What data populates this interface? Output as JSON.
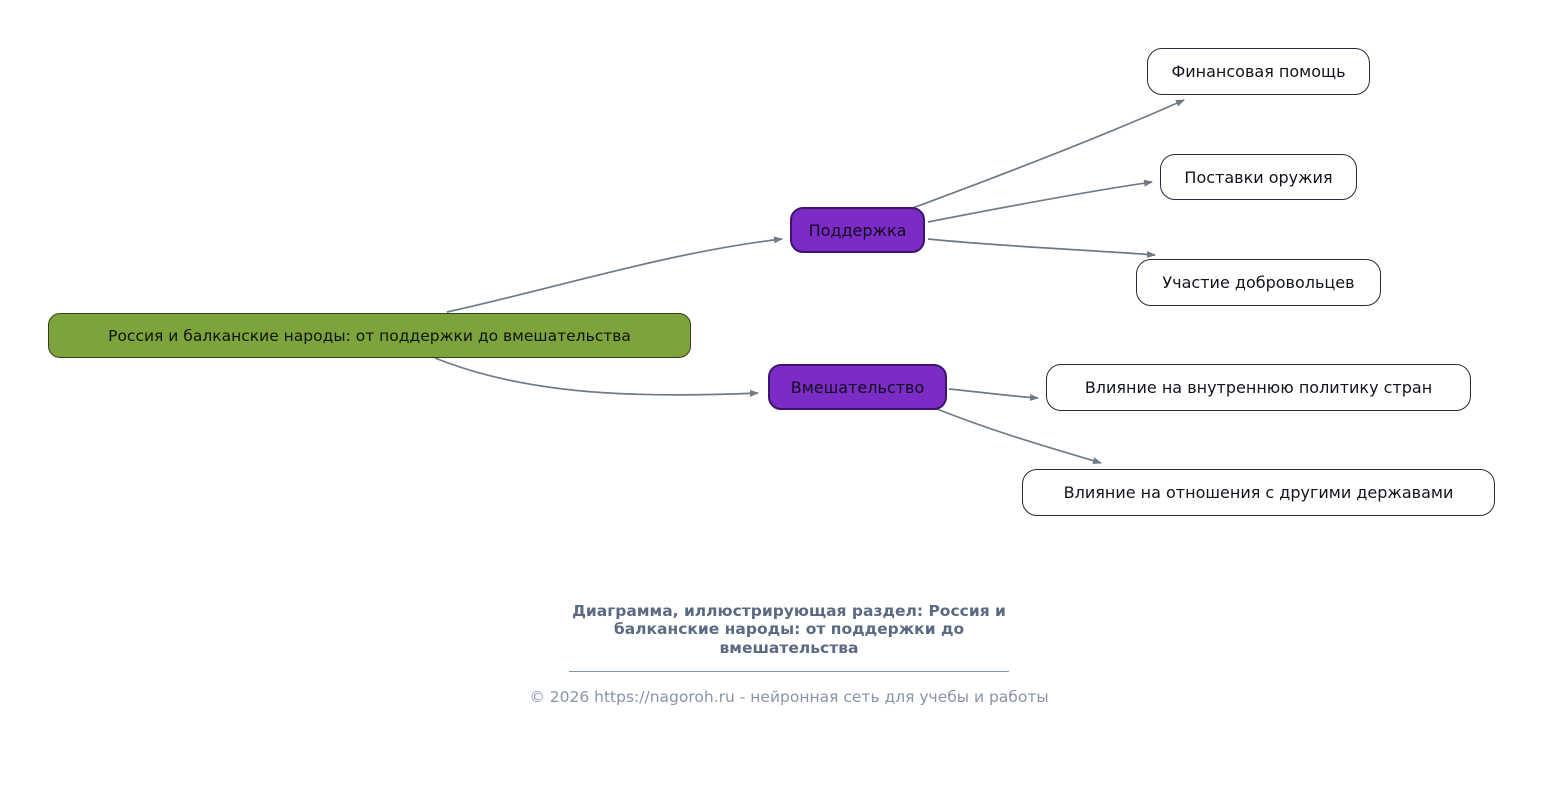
{
  "diagram": {
    "root": {
      "label": "Россия и балканские народы: от поддержки до вмешательства"
    },
    "branches": [
      {
        "label": "Поддержка"
      },
      {
        "label": "Вмешательство"
      }
    ],
    "leaves": [
      {
        "label": "Финансовая помощь"
      },
      {
        "label": "Поставки оружия"
      },
      {
        "label": "Участие добровольцев"
      },
      {
        "label": "Влияние на внутреннюю политику стран"
      },
      {
        "label": "Влияние на отношения с другими державами"
      }
    ],
    "colors": {
      "root": {
        "fill": "#7da33c",
        "border": "#333f1a",
        "text": "#101508"
      },
      "branch": {
        "fill": "#7b2cc4",
        "border": "#3f1470",
        "text": "#140a20"
      },
      "leaf": {
        "fill": "#ffffff",
        "border": "#242c38",
        "text": "#10151c"
      }
    },
    "edge_color": "#6f7a85"
  },
  "footer": {
    "caption": "Диаграмма, иллюстрирующая раздел: Россия и балканские народы: от поддержки до вмешательства",
    "copyright": "© 2026 https://nagoroh.ru - нейронная сеть для учебы и работы"
  }
}
